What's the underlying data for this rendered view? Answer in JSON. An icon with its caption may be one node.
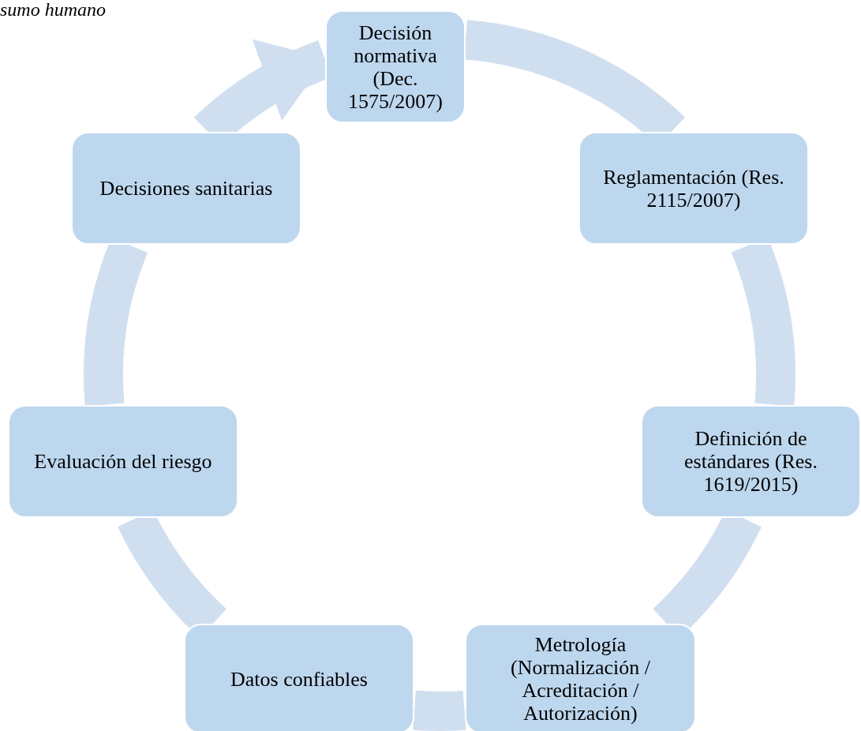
{
  "diagram": {
    "title": "sumo humano",
    "nodes": [
      {
        "text": [
          "Decisión normativa (Dec. 1575/2007)"
        ]
      },
      {
        "text": [
          "Reglamentación (Res. 2115/2007)"
        ]
      },
      {
        "text": [
          "Definición de estándares (Res. 1619/2015)"
        ]
      },
      {
        "text": [
          "Metrología (Normalización / Acreditación / Autorización)"
        ]
      },
      {
        "text": [
          "Datos confiables"
        ]
      },
      {
        "text": [
          "Evaluación del riesgo"
        ]
      },
      {
        "text": [
          "Decisiones sanitarias"
        ]
      }
    ],
    "edges": [
      {
        "from": 0,
        "to": 1,
        "arrow": "none"
      },
      {
        "from": 1,
        "to": 2,
        "arrow": "none"
      },
      {
        "from": 2,
        "to": 3,
        "arrow": "none"
      },
      {
        "from": 3,
        "to": 4,
        "arrow": "none"
      },
      {
        "from": 4,
        "to": 5,
        "arrow": "none"
      },
      {
        "from": 5,
        "to": 6,
        "arrow": "none"
      },
      {
        "from": 6,
        "to": 0,
        "arrow": "to"
      }
    ]
  }
}
